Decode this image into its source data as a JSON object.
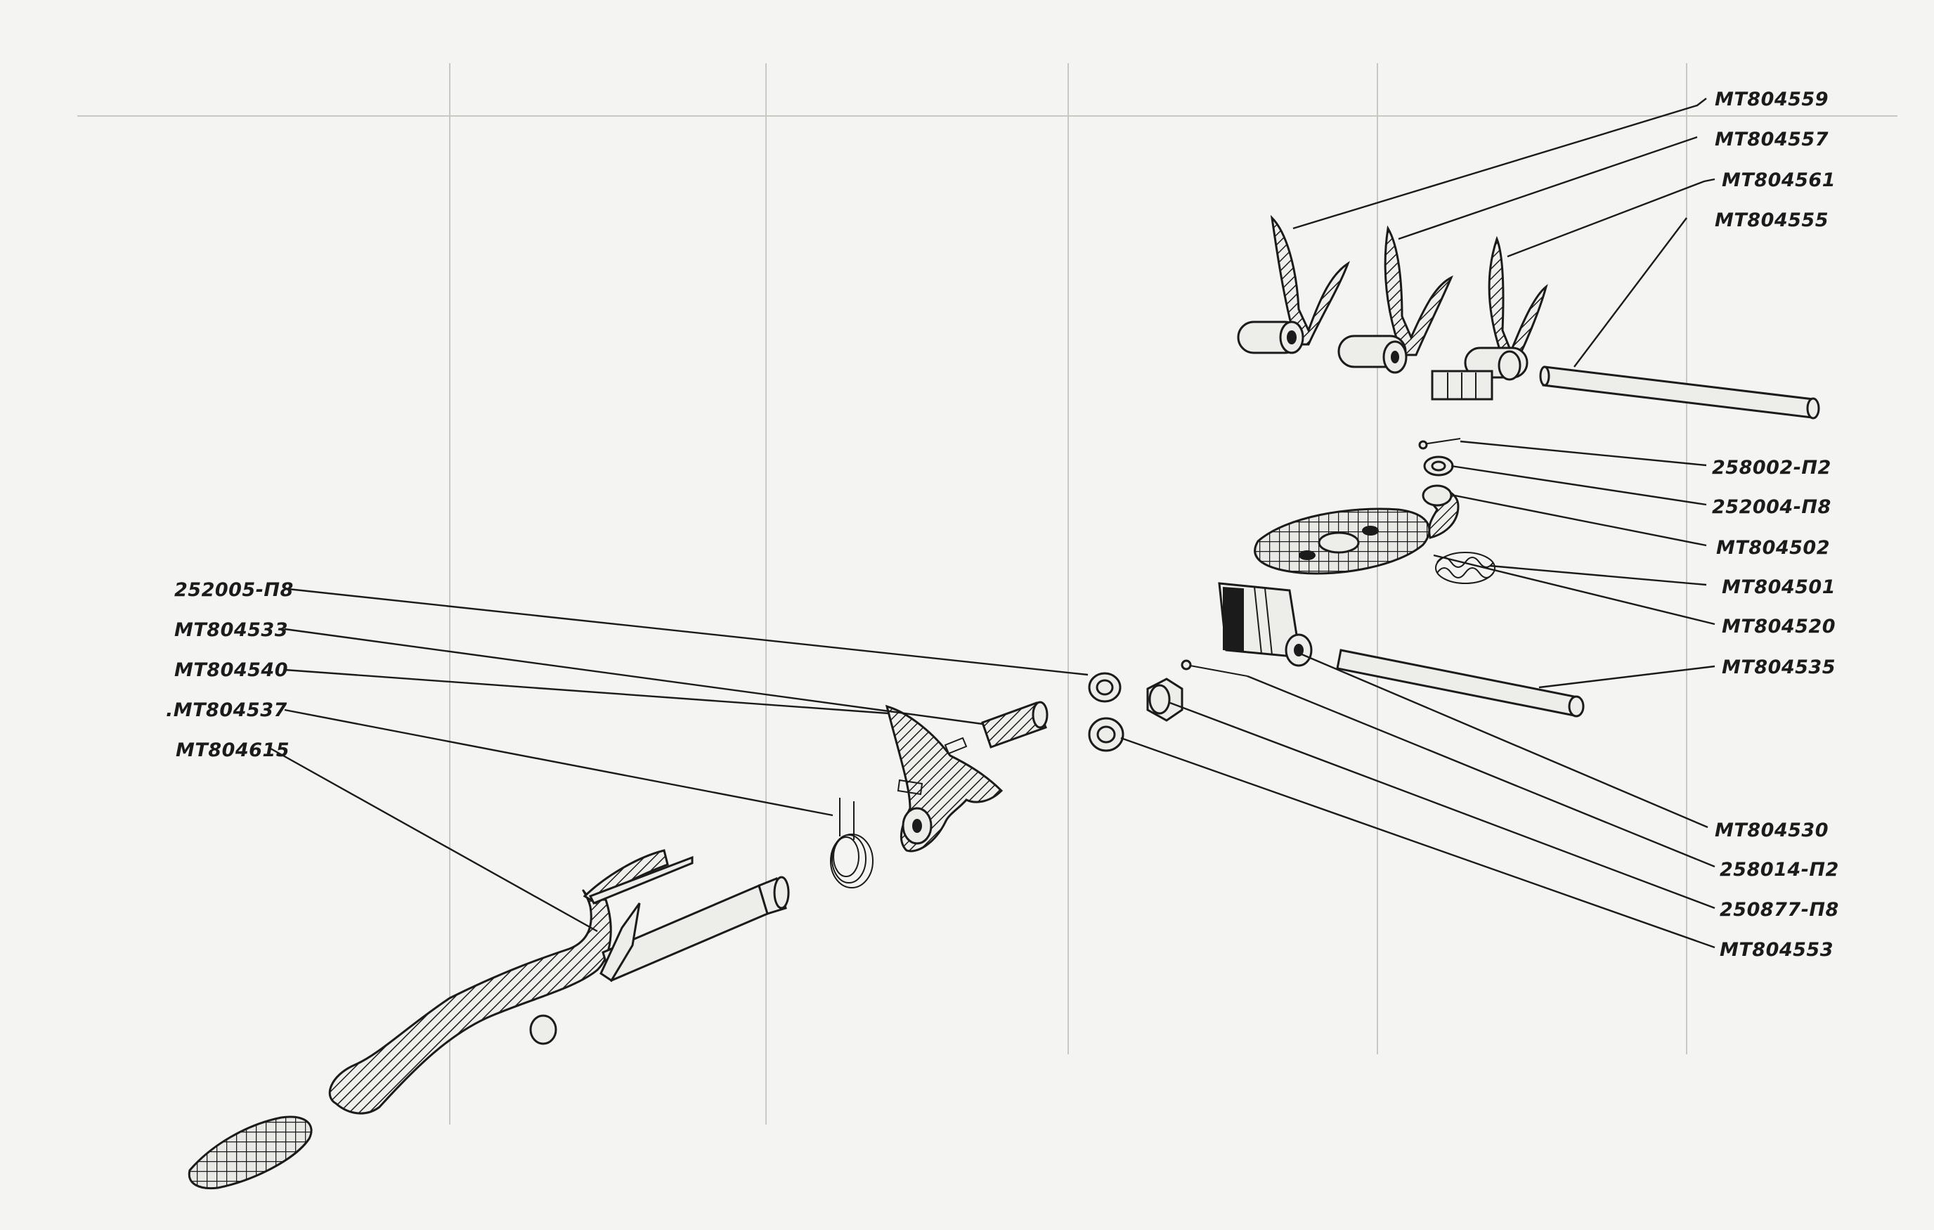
{
  "callouts": [
    {
      "id": "l1",
      "label": "MT804559"
    },
    {
      "id": "l2",
      "label": "MT804557"
    },
    {
      "id": "l3",
      "label": "MT804561"
    },
    {
      "id": "l4",
      "label": "MT804555"
    },
    {
      "id": "l5",
      "label": "258002-П2"
    },
    {
      "id": "l6",
      "label": "252004-П8"
    },
    {
      "id": "l7",
      "label": "MT804502"
    },
    {
      "id": "l8",
      "label": "MT804501"
    },
    {
      "id": "l9",
      "label": "MT804520"
    },
    {
      "id": "l10",
      "label": "MT804535"
    },
    {
      "id": "l11",
      "label": "MT804530"
    },
    {
      "id": "l12",
      "label": "258014-П2"
    },
    {
      "id": "l13",
      "label": "250877-П8"
    },
    {
      "id": "l14",
      "label": "MT804553"
    },
    {
      "id": "l15",
      "label": "252005-П8"
    },
    {
      "id": "l16",
      "label": "MT804533"
    },
    {
      "id": "l17",
      "label": "MT804540"
    },
    {
      "id": "l18",
      "label": ".MT804537"
    },
    {
      "id": "l19",
      "label": "MT804615"
    }
  ],
  "colors": {
    "ink": "#1b1b1b",
    "paper": "#f4f4f2",
    "ghost_text": "#c9c9c4"
  }
}
